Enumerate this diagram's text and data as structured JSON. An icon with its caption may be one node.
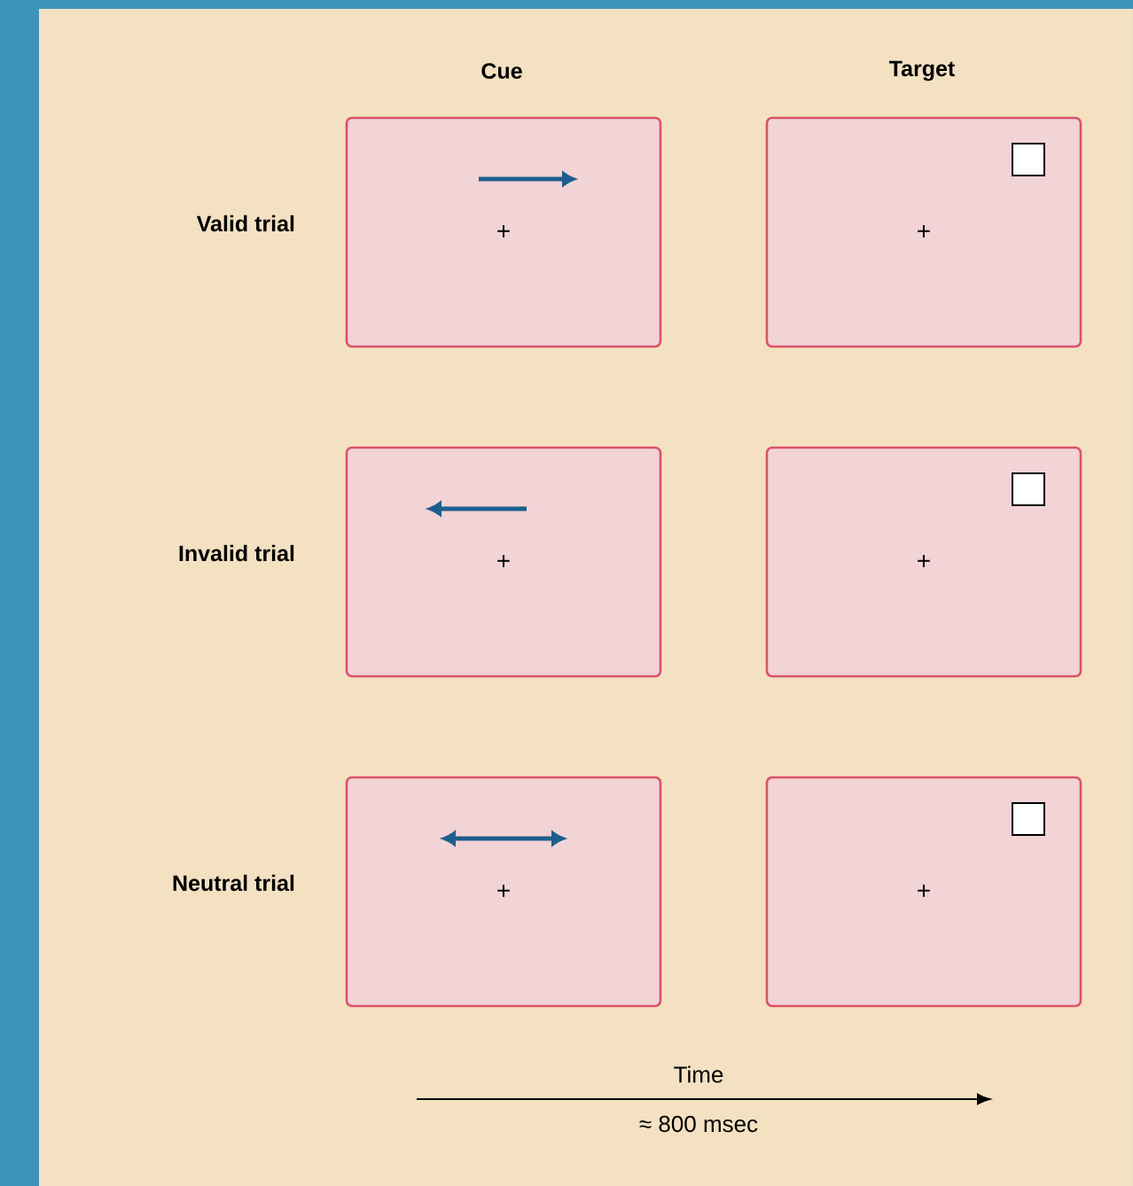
{
  "diagram": {
    "nodes": [
      {
        "text": [
          "+"
        ]
      },
      {
        "text": [
          "+"
        ]
      },
      {
        "text": [
          "+"
        ]
      },
      {
        "text": [
          "+"
        ]
      },
      {
        "text": [
          "+"
        ]
      },
      {
        "text": [
          "+"
        ]
      }
    ],
    "labels": [
      "Cue",
      "Target",
      "Valid trial",
      "Invalid trial",
      "Neutral trial",
      "Time",
      "≈ 800 msec"
    ]
  }
}
